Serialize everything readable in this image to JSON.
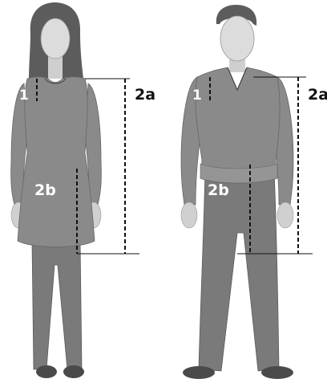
{
  "labels": {
    "woman_shoulder": "1",
    "woman_side": "2a",
    "woman_front": "2b",
    "man_shoulder": "1",
    "man_side": "2a",
    "man_front": "2b"
  },
  "colors": {
    "background": "#ffffff",
    "skin": "#d9d9d9",
    "shirt": "#8a8a8a",
    "pants": "#7a7a7a",
    "hair": "#5c5c5c",
    "measure_line": "#111111"
  }
}
